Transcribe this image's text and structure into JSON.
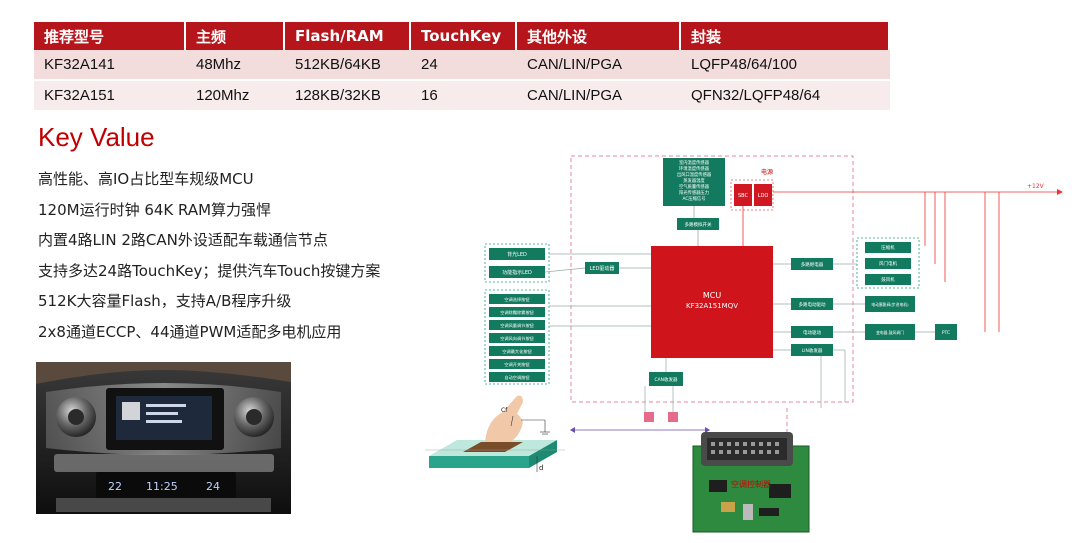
{
  "table": {
    "headers": [
      "推荐型号",
      "主频",
      "Flash/RAM",
      "TouchKey",
      "其他外设",
      "封装"
    ],
    "rows": [
      [
        "KF32A141",
        "48Mhz",
        "512KB/64KB",
        "24",
        "CAN/LIN/PGA",
        "LQFP48/64/100"
      ],
      [
        "KF32A151",
        "120Mhz",
        "128KB/32KB",
        "16",
        "CAN/LIN/PGA",
        "QFN32/LQFP48/64"
      ]
    ]
  },
  "key_value": {
    "title": "Key Value",
    "items": [
      "高性能、高IO占比型车规级MCU",
      "120M运行时钟 64K RAM算力强悍",
      "内置4路LIN 2路CAN外设适配车载通信节点",
      "支持多达24路TouchKey；提供汽车Touch按键方案",
      "512K大容量Flash，支持A/B程序升级",
      "2x8通道ECCP、44通道PWM适配多电机应用"
    ]
  },
  "car_display": {
    "time": "11:25",
    "temp_left": "22",
    "temp_right": "24"
  },
  "diagram": {
    "mcu_line1": "MCU",
    "mcu_line2": "KF32A151MQV",
    "power_label": "电源",
    "sbc": "SBC",
    "ldo": "LDO",
    "supply": "+12V",
    "sensor_lines": [
      "室内温度传感器",
      "环境温度传感器",
      "出风口温度传感器",
      "蒸发器温度",
      "空气质量传感器",
      "阳光传感器压力",
      "AC压缩信号"
    ],
    "led_left": [
      "背光LED",
      "功能指示LED"
    ],
    "led_driver": "LED驱动器",
    "ac_buttons": [
      "空调选择按钮",
      "空调除霜除雾按钮",
      "空调风量调节按钮",
      "空调风向调节按钮",
      "空调最大化按钮",
      "空调开关按钮",
      "自动空调按钮"
    ],
    "right_drivers": [
      "多路继电器",
      "多路电动驱动",
      "电动驱动",
      "LIN收发器"
    ],
    "motors": [
      "压缩机",
      "风门电机",
      "鼓风机",
      "电动膨胀阀(步进电机)",
      "变电器,鼓风调门",
      "PTC"
    ],
    "signal_driver": "多路模拟开关",
    "can_transceiver": "CAN收发器",
    "controller_label": "空调控制器",
    "distance_label": "d",
    "cap_label": "Cf"
  }
}
